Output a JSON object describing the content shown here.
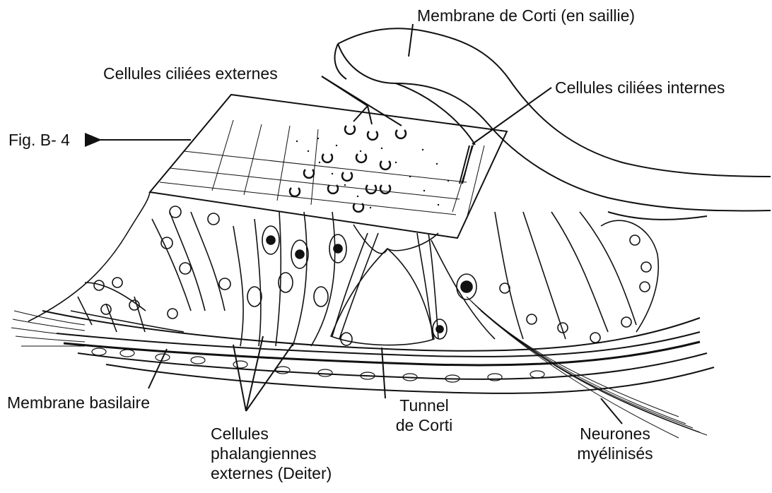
{
  "labels": {
    "membrane_corti": "Membrane de Corti (en saillie)",
    "cellules_externes": "Cellules ciliées externes",
    "cellules_internes": "Cellules ciliées internes",
    "fig_ref": "Fig. B- 4",
    "membrane_basilaire": "Membrane basilaire",
    "tunnel_line1": "Tunnel",
    "tunnel_line2": "de Corti",
    "phalangiennes_line1": "Cellules",
    "phalangiennes_line2": "phalangiennes",
    "phalangiennes_line3": "externes (Deiter)",
    "neurones_line1": "Neurones",
    "neurones_line2": "myélinisés"
  },
  "colors": {
    "ink": "#111111",
    "paper": "#ffffff"
  }
}
